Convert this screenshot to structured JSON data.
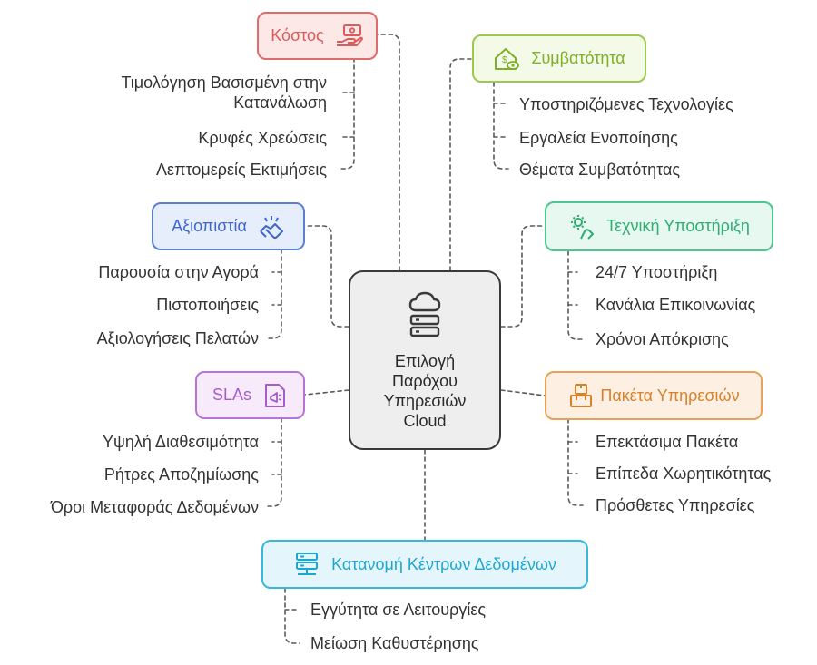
{
  "center": {
    "label": "Επιλογή Παρόχου Υπηρεσιών Cloud",
    "icon": "cloud-server-icon"
  },
  "branches": {
    "kostos": {
      "label": "Κόστος",
      "icon": "hand-money-icon",
      "color": "#e06b6b",
      "items": [
        "Τιμολόγηση Βασισμένη στην Κατανάλωση",
        "Κρυφές Χρεώσεις",
        "Λεπτομερείς Εκτιμήσεις"
      ]
    },
    "symvatotita": {
      "label": "Συμβατότητα",
      "icon": "house-dollar-eye-icon",
      "color": "#9bc948",
      "items": [
        "Υποστηριζόμενες Τεχνολογίες",
        "Εργαλεία Ενοποίησης",
        "Θέματα Συμβατότητας"
      ]
    },
    "axiopistia": {
      "label": "Αξιοπιστία",
      "icon": "handshake-icon",
      "color": "#5b7fd4",
      "items": [
        "Παρουσία στην Αγορά",
        "Πιστοποιήσεις",
        "Αξιολογήσεις Πελατών"
      ]
    },
    "texniki": {
      "label": "Τεχνική Υποστήριξη",
      "icon": "gear-hand-icon",
      "color": "#4cc78f",
      "items": [
        "24/7 Υποστήριξη",
        "Κανάλια Επικοινωνίας",
        "Χρόνοι Απόκρισης"
      ]
    },
    "slas": {
      "label": "SLAs",
      "icon": "document-megaphone-icon",
      "color": "#b774d6",
      "items": [
        "Υψηλή Διαθεσιμότητα",
        "Ρήτρες Αποζημίωσης",
        "Όροι Μεταφοράς Δεδομένων"
      ]
    },
    "paketa": {
      "label": "Πακέτα Υπηρεσιών",
      "icon": "package-boxes-icon",
      "color": "#e8a15a",
      "items": [
        "Επεκτάσιμα Πακέτα",
        "Επίπεδα Χωρητικότητας",
        "Πρόσθετες Υπηρεσίες"
      ]
    },
    "katanomi": {
      "label": "Κατανομή Κέντρων Δεδομένων",
      "icon": "server-network-icon",
      "color": "#39b8de",
      "items": [
        "Εγγύτητα σε Λειτουργίες",
        "Μείωση Καθυστέρησης"
      ]
    }
  }
}
